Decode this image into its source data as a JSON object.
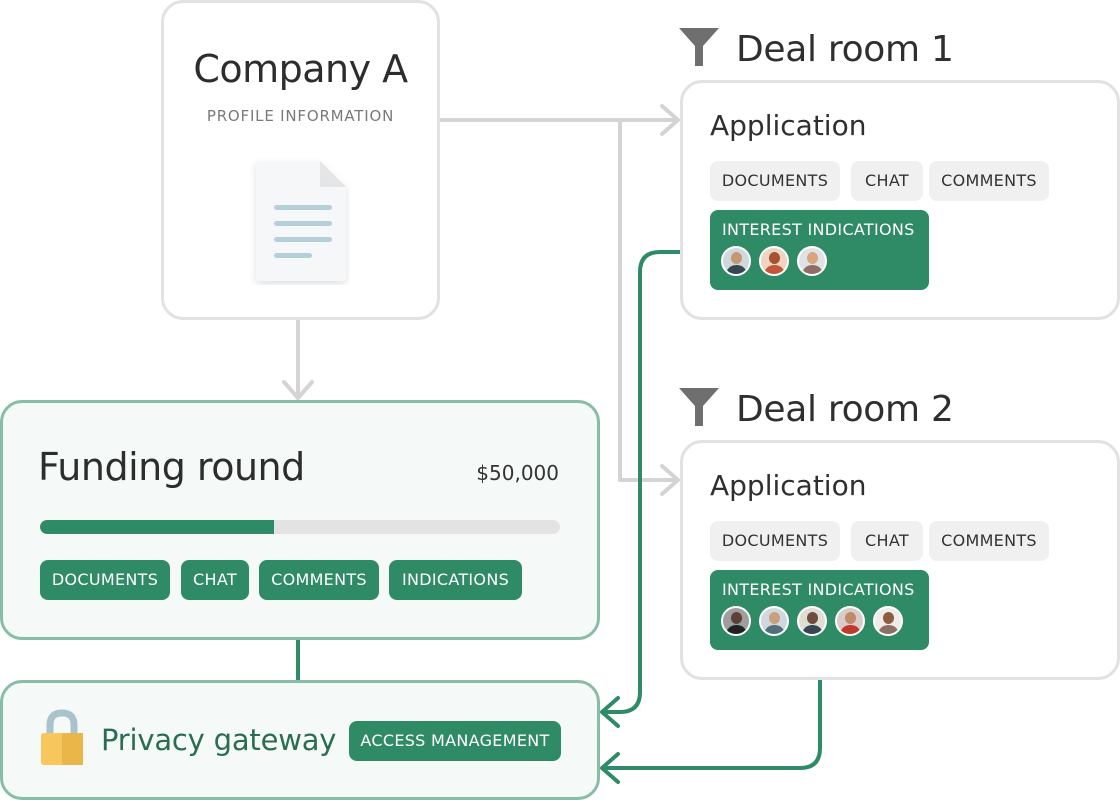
{
  "company": {
    "title": "Company A",
    "subtitle": "PROFILE INFORMATION",
    "icon": "document-icon"
  },
  "deal_rooms": [
    {
      "title": "Deal room 1",
      "icon": "funnel-icon",
      "application_title": "Application",
      "chips": [
        "DOCUMENTS",
        "CHAT",
        "COMMENTS"
      ],
      "interest_label": "INTEREST INDICATIONS",
      "avatar_count": 3
    },
    {
      "title": "Deal room 2",
      "icon": "funnel-icon",
      "application_title": "Application",
      "chips": [
        "DOCUMENTS",
        "CHAT",
        "COMMENTS"
      ],
      "interest_label": "INTEREST INDICATIONS",
      "avatar_count": 5
    }
  ],
  "funding": {
    "title": "Funding round",
    "amount": "$50,000",
    "progress": 0.45,
    "chips": [
      "DOCUMENTS",
      "CHAT",
      "COMMENTS",
      "INDICATIONS"
    ]
  },
  "privacy": {
    "title": "Privacy gateway",
    "icon": "lock-icon",
    "button": "ACCESS MANAGEMENT"
  },
  "colors": {
    "accent": "#2f8a66",
    "accent_light_bg": "#f5faf8",
    "accent_border": "#88bda6",
    "connector_gray": "#d4d4d4",
    "chip_gray": "#f0f0f0",
    "lock_yellow": "#f7c75d"
  }
}
